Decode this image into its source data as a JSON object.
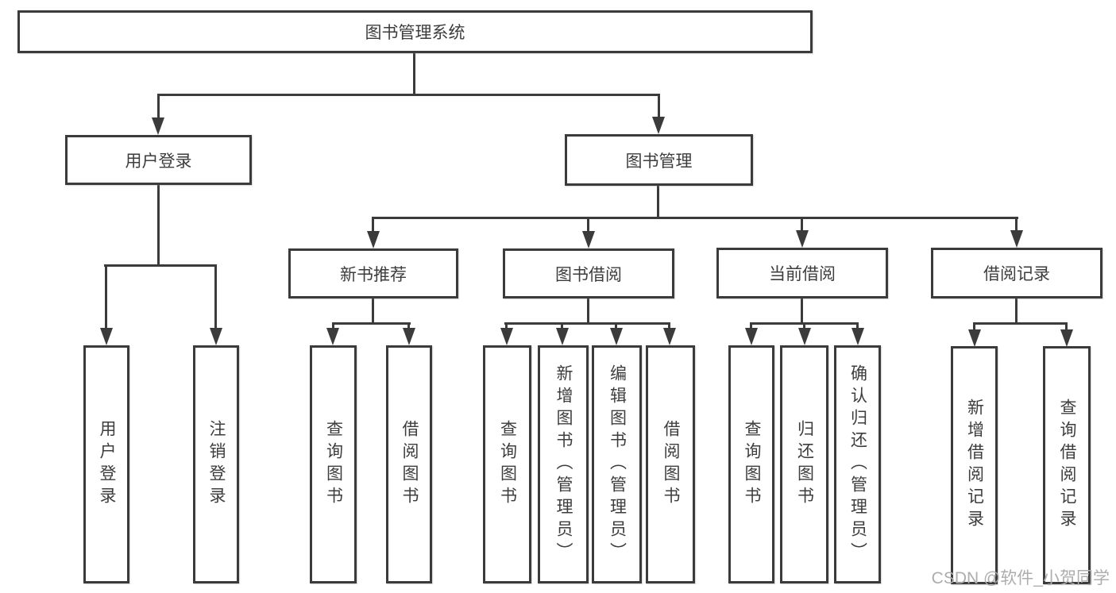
{
  "tree": {
    "label": "图书管理系统",
    "children": [
      {
        "label": "用户登录",
        "children": [
          {
            "label": "用户登录"
          },
          {
            "label": "注销登录"
          }
        ]
      },
      {
        "label": "图书管理",
        "children": [
          {
            "label": "新书推荐",
            "children": [
              {
                "label": "查询图书"
              },
              {
                "label": "借阅图书"
              }
            ]
          },
          {
            "label": "图书借阅",
            "children": [
              {
                "label": "查询图书"
              },
              {
                "label": "新增图书（管理员）"
              },
              {
                "label": "编辑图书（管理员）"
              },
              {
                "label": "借阅图书"
              }
            ]
          },
          {
            "label": "当前借阅",
            "children": [
              {
                "label": "查询图书"
              },
              {
                "label": "归还图书"
              },
              {
                "label": "确认归还（管理员）"
              }
            ]
          },
          {
            "label": "借阅记录",
            "children": [
              {
                "label": "新增借阅记录"
              },
              {
                "label": "查询借阅记录"
              }
            ]
          }
        ]
      }
    ]
  },
  "watermark": {
    "text": "CSDN @软件_小贺同学"
  },
  "colors": {
    "line": "#3b3b3b",
    "text": "#3d3d3d",
    "watermark": "#adadad",
    "background": "#ffffff"
  }
}
